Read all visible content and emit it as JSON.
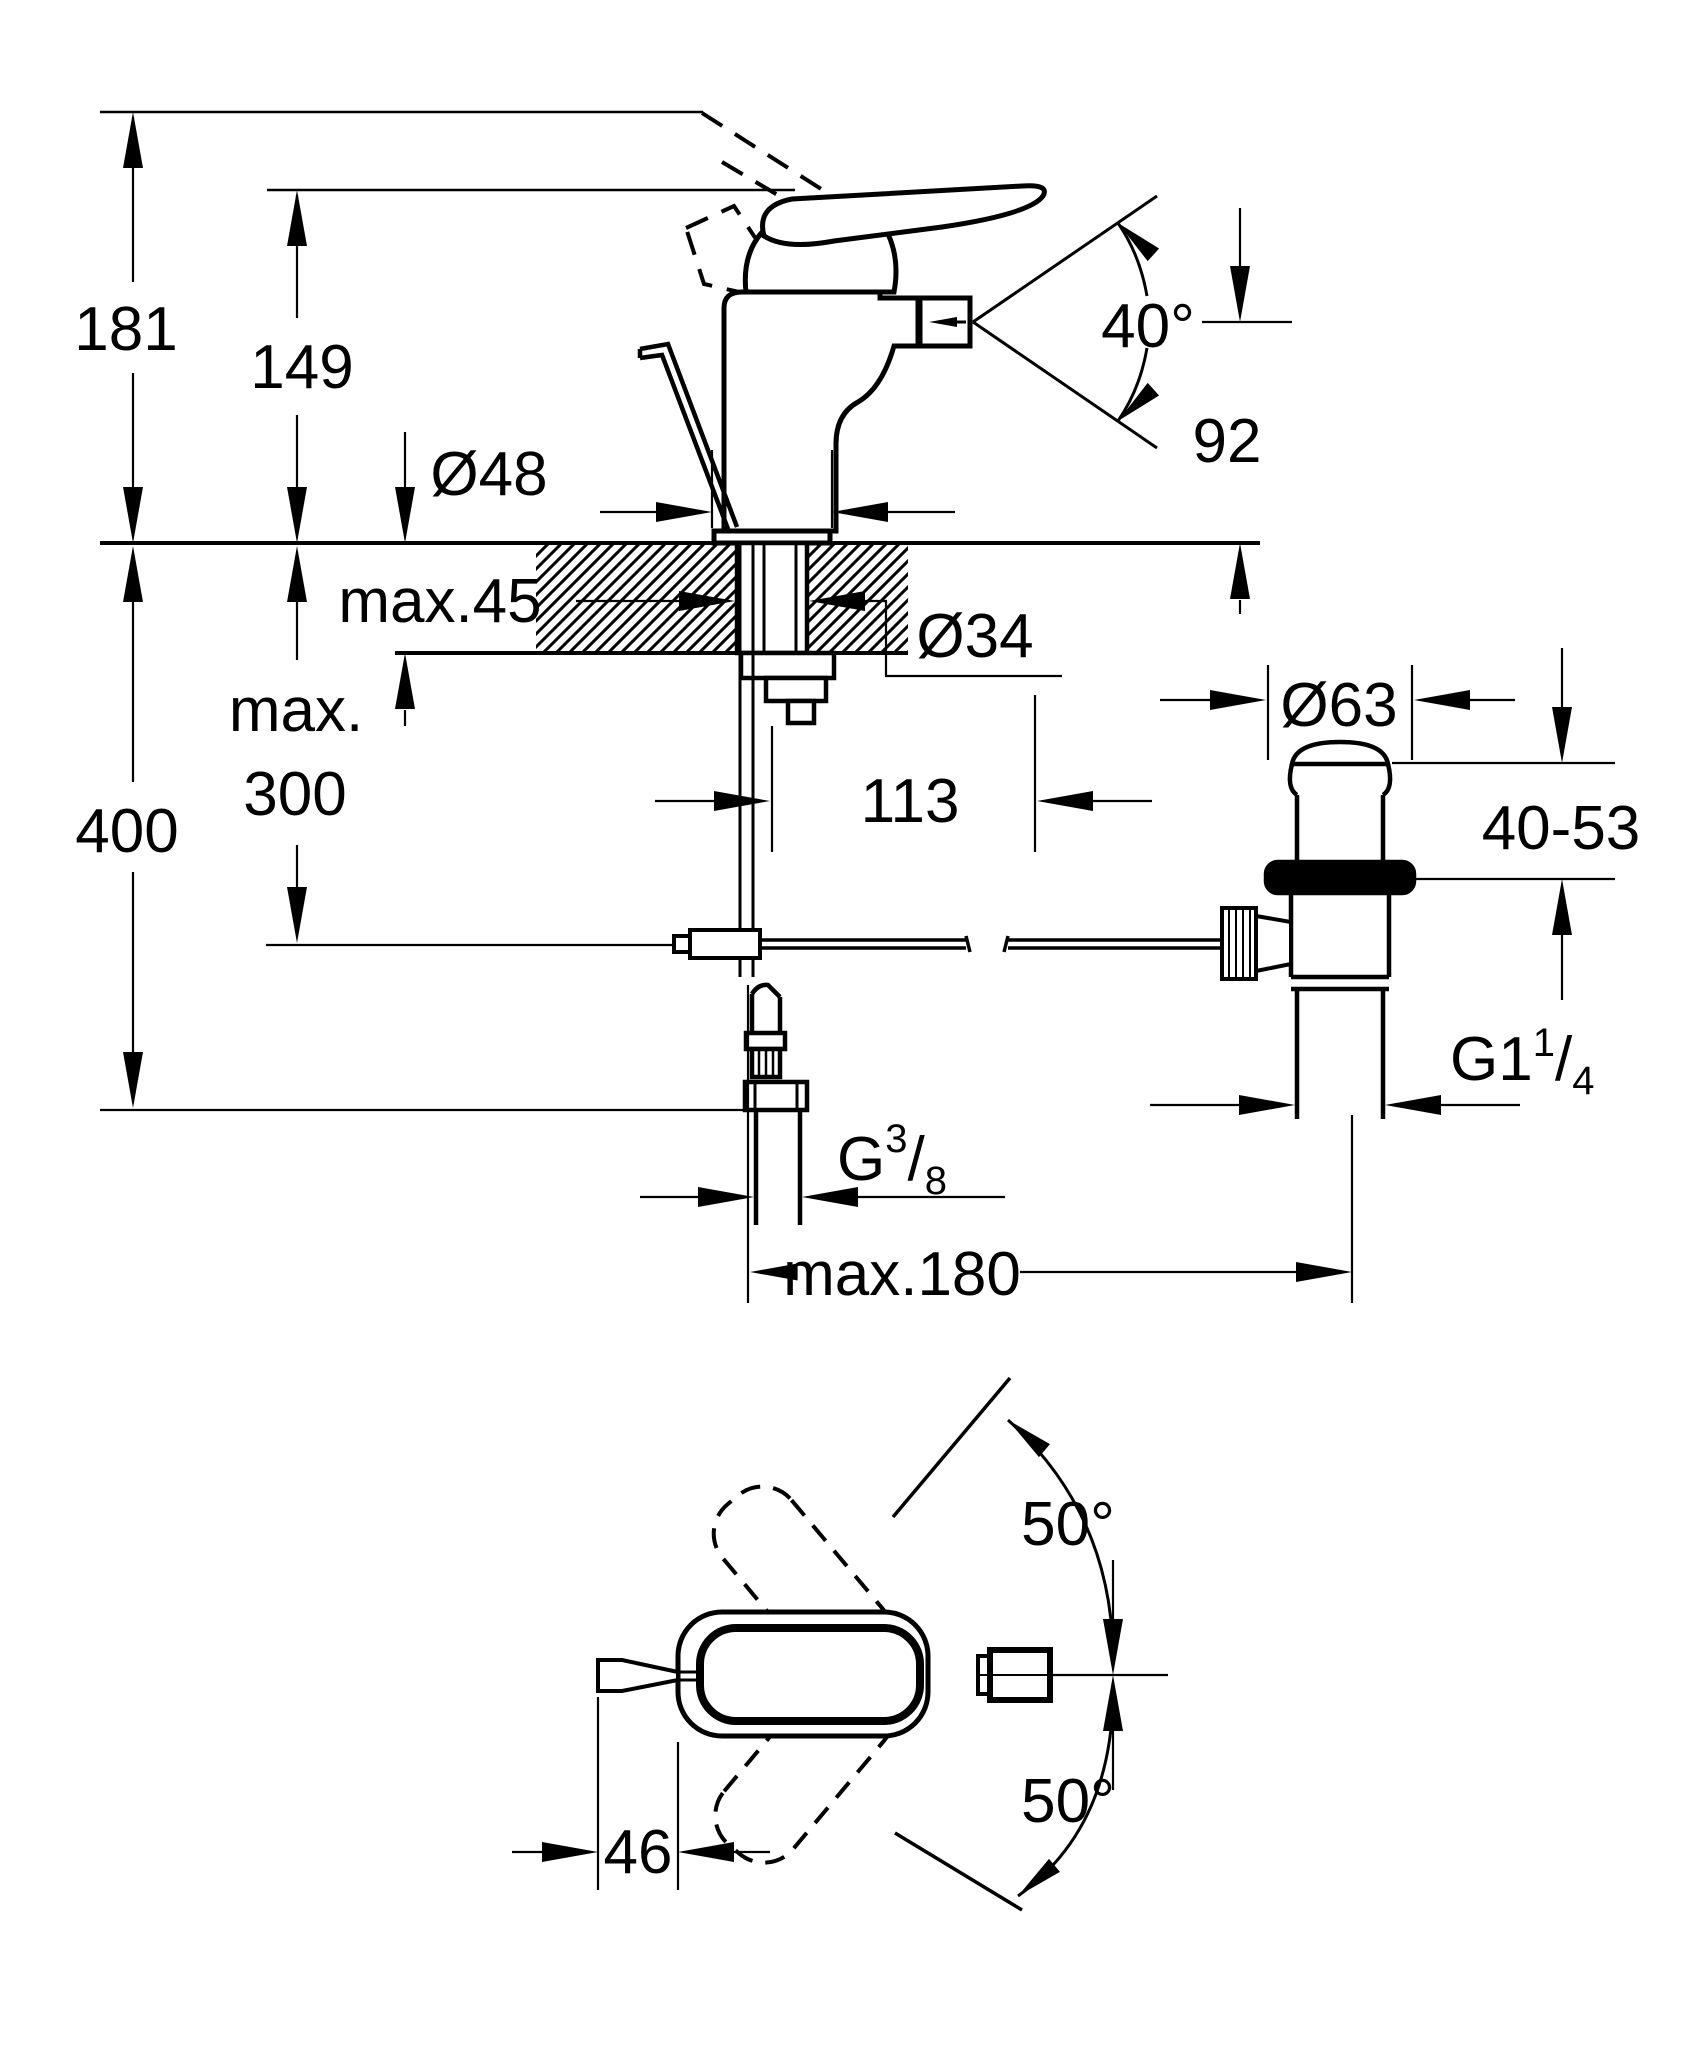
{
  "drawing": {
    "type": "technical-dimension-drawing",
    "views": [
      "side-elevation-with-installation-depths",
      "pop-up-waste-valve",
      "top-view-handle-swivel"
    ],
    "colors": {
      "line": "#000000",
      "background": "#ffffff"
    },
    "labels": {
      "h181": "181",
      "h149": "149",
      "h400": "400",
      "max_word": "max.",
      "v300": "300",
      "max45": "max.45",
      "d48": "Ø48",
      "d34": "Ø34",
      "w113": "113",
      "h92": "92",
      "a40": "40°",
      "d63": "Ø63",
      "r4053": "40-53",
      "g114_base": "G1",
      "g114_num": "1",
      "g114_slash": "/",
      "g114_den": "4",
      "g38_base": "G",
      "g38_num": "3",
      "g38_slash": "/",
      "g38_den": "8",
      "max180": "max.180",
      "a50_top": "50°",
      "a50_bottom": "50°",
      "w46": "46"
    }
  }
}
